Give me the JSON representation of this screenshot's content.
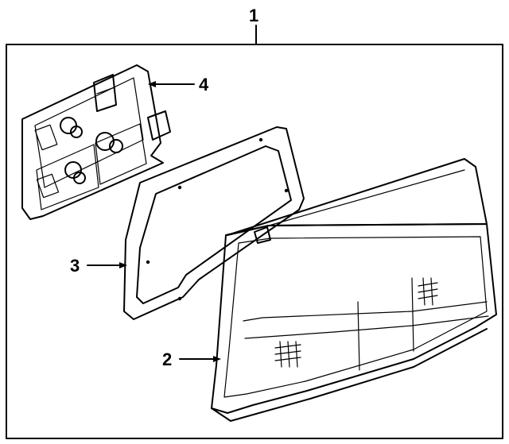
{
  "callouts": {
    "assembly": "1",
    "lens": "2",
    "gasket": "3",
    "socket_plate": "4"
  },
  "colors": {
    "ink": "#000000",
    "paper": "#ffffff"
  }
}
